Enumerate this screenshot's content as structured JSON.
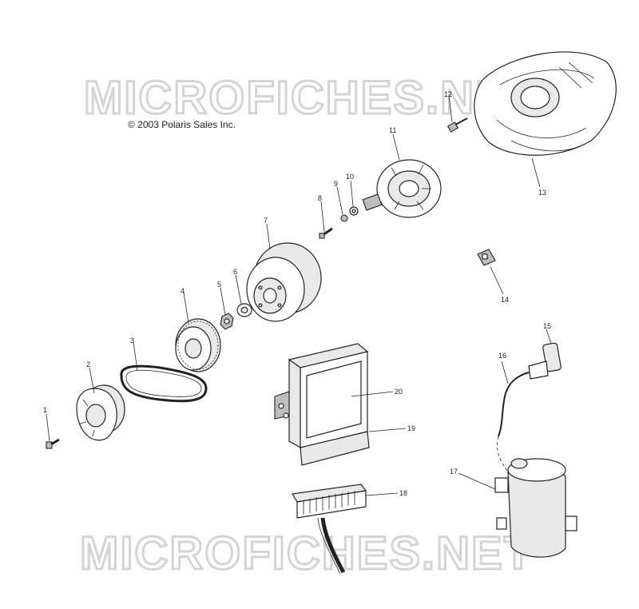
{
  "watermark": {
    "top_text": "MICROFICHES.NET",
    "bottom_text": "MICROFICHES.NET"
  },
  "copyright": "© 2003 Polaris Sales Inc.",
  "callouts": [
    "1",
    "2",
    "3",
    "4",
    "5",
    "6",
    "7",
    "8",
    "9",
    "10",
    "11",
    "12",
    "13",
    "14",
    "15",
    "16",
    "17",
    "18",
    "19",
    "20"
  ]
}
